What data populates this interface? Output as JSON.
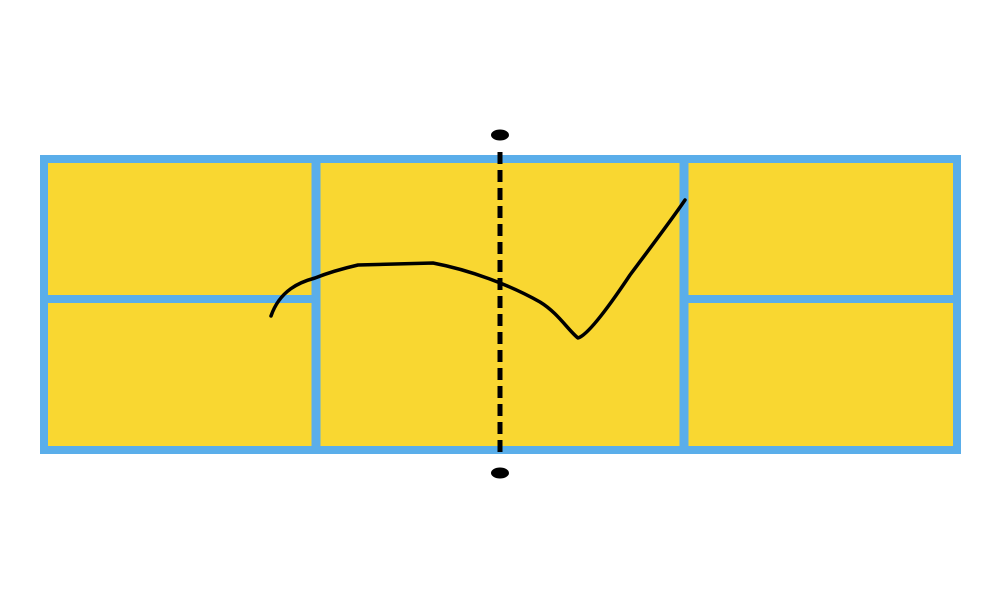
{
  "court": {
    "colors": {
      "surface": "#F9D731",
      "lines": "#5AAEEA",
      "net": "#000000",
      "ball_path": "#000000",
      "background": "#FFFFFF"
    },
    "elements": [
      "court-outline",
      "left-service-line",
      "right-service-line",
      "left-kitchen-line",
      "right-kitchen-line",
      "net-line",
      "net-post-top",
      "net-post-bottom",
      "ball-trajectory-line"
    ]
  }
}
